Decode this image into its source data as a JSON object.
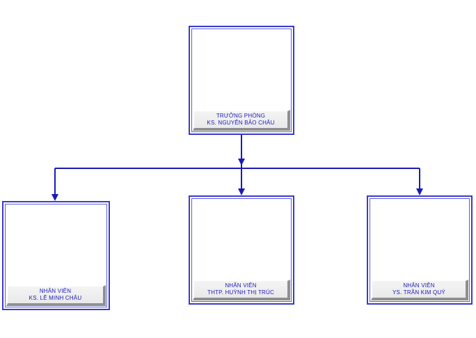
{
  "org_chart": {
    "manager": {
      "title": "TRƯỞNG PHÒNG",
      "name": "KS. NGUYỄN BẢO CHÂU"
    },
    "staff": [
      {
        "title": "NHÂN VIÊN",
        "name": "KS. LÊ MINH CHÂU"
      },
      {
        "title": "NHÂN VIÊN",
        "name": "THTP. HUỲNH THỊ TRÚC"
      },
      {
        "title": "NHÂN VIÊN",
        "name": "YS. TRẦN KIM QUÝ"
      }
    ]
  },
  "colors": {
    "connector": "#1a1ab8",
    "border": "#3a3acd",
    "text": "#1a1ab8"
  }
}
